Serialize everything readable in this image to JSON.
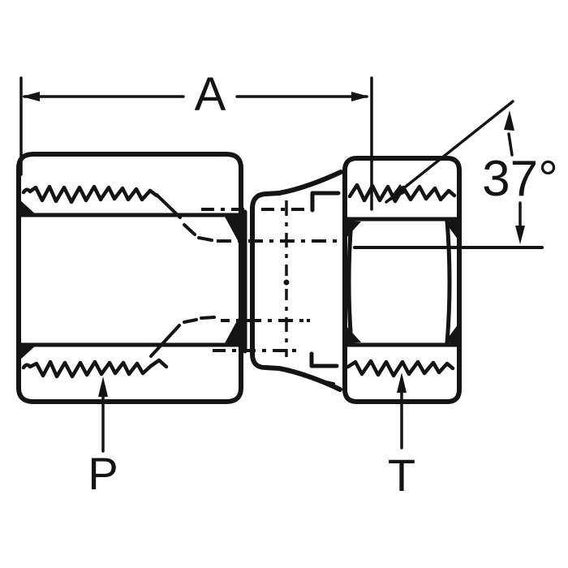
{
  "drawing": {
    "labels": {
      "dimension_a": "A",
      "angle": "37°",
      "port": "P",
      "thread": "T"
    },
    "colors": {
      "line": "#141414",
      "background": "#ffffff"
    }
  }
}
